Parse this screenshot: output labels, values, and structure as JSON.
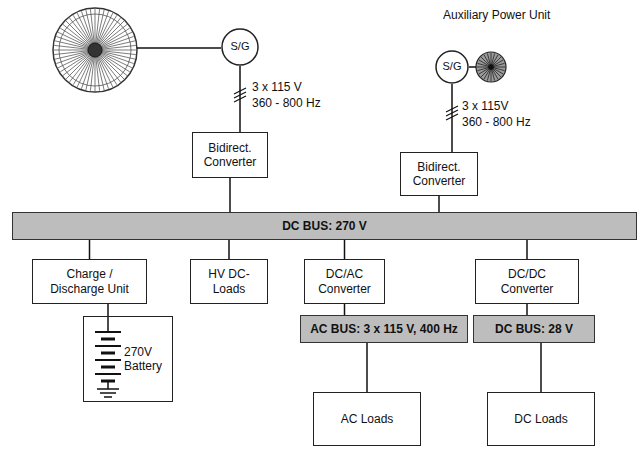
{
  "diagram": {
    "nodes": [
      {
        "text": [
          "S/G"
        ]
      },
      {
        "text": [
          "S/G"
        ]
      },
      {
        "text": [
          "Bidirect. Converter"
        ]
      },
      {
        "text": [
          "Bidirect. Converter"
        ]
      },
      {
        "text": [
          "DC BUS: 270 V"
        ]
      },
      {
        "text": [
          "Charge / Discharge Unit"
        ]
      },
      {
        "text": [
          "HV DC-Loads"
        ]
      },
      {
        "text": [
          "DC/AC Converter"
        ]
      },
      {
        "text": [
          "DC/DC Converter"
        ]
      },
      {
        "text": [
          "270V Battery"
        ]
      },
      {
        "text": [
          "AC BUS: 3 x 115 V, 400 Hz"
        ]
      },
      {
        "text": [
          "DC BUS: 28 V"
        ]
      },
      {
        "text": [
          "AC Loads"
        ]
      },
      {
        "text": [
          "DC Loads"
        ]
      }
    ],
    "edges": [
      {
        "from": 0,
        "to": 2,
        "arrow": "none"
      },
      {
        "from": 1,
        "to": 3,
        "arrow": "none"
      },
      {
        "from": 2,
        "to": 4,
        "arrow": "none"
      },
      {
        "from": 3,
        "to": 4,
        "arrow": "none"
      },
      {
        "from": 4,
        "to": 5,
        "arrow": "none"
      },
      {
        "from": 5,
        "to": 9,
        "arrow": "none"
      },
      {
        "from": 4,
        "to": 6,
        "arrow": "none"
      },
      {
        "from": 4,
        "to": 7,
        "arrow": "none"
      },
      {
        "from": 4,
        "to": 8,
        "arrow": "none"
      },
      {
        "from": 7,
        "to": 10,
        "arrow": "none"
      },
      {
        "from": 8,
        "to": 11,
        "arrow": "none"
      },
      {
        "from": 10,
        "to": 12,
        "arrow": "none"
      },
      {
        "from": 11,
        "to": 13,
        "arrow": "none"
      }
    ],
    "labels": [
      "Auxiliary Power Unit",
      "3 x 115 V",
      "360 - 800 Hz",
      "3 x 115V",
      "360 - 800 Hz"
    ]
  }
}
